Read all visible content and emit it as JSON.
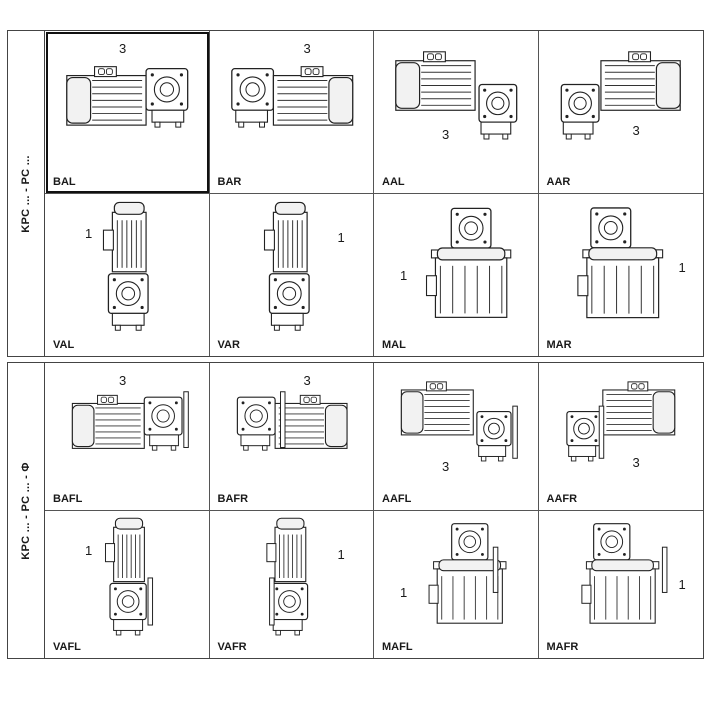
{
  "blocks": [
    {
      "side_label": "KPC ... - PC ...",
      "cells": [
        {
          "code": "BAL",
          "num": "3",
          "selected": true
        },
        {
          "code": "BAR",
          "num": "3",
          "selected": false
        },
        {
          "code": "AAL",
          "num": "3",
          "selected": false
        },
        {
          "code": "AAR",
          "num": "3",
          "selected": false
        },
        {
          "code": "VAL",
          "num": "1",
          "selected": false
        },
        {
          "code": "VAR",
          "num": "1",
          "selected": false
        },
        {
          "code": "MAL",
          "num": "1",
          "selected": false
        },
        {
          "code": "MAR",
          "num": "1",
          "selected": false
        }
      ]
    },
    {
      "side_label": "KPC ... - PC ... - Φ",
      "cells": [
        {
          "code": "BAFL",
          "num": "3",
          "selected": false
        },
        {
          "code": "BAFR",
          "num": "3",
          "selected": false
        },
        {
          "code": "AAFL",
          "num": "3",
          "selected": false
        },
        {
          "code": "AAFR",
          "num": "3",
          "selected": false
        },
        {
          "code": "VAFL",
          "num": "1",
          "selected": false
        },
        {
          "code": "VAFR",
          "num": "1",
          "selected": false
        },
        {
          "code": "MAFL",
          "num": "1",
          "selected": false
        },
        {
          "code": "MAFR",
          "num": "1",
          "selected": false
        }
      ]
    }
  ]
}
